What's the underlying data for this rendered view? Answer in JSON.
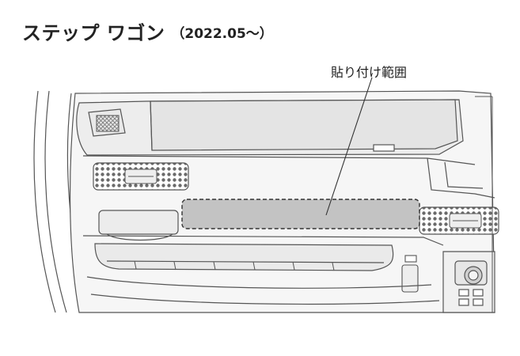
{
  "title": {
    "vehicle": "ステップ ワゴン",
    "period": "（2022.05～）"
  },
  "callout": {
    "label": "貼り付け範囲"
  },
  "colors": {
    "line": "#555555",
    "fill_light": "#f2f2f2",
    "fill_mid": "#e3e3e3",
    "highlight_area": "#c3c3c3"
  }
}
